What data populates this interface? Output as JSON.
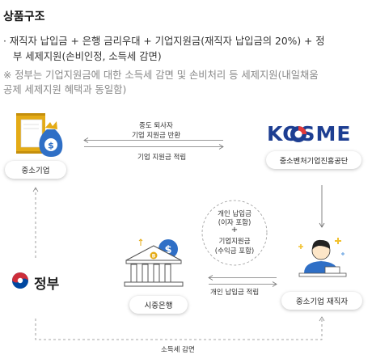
{
  "title": "상품구조",
  "desc_line1": "· 재직자 납입금 + 은행 금리우대 + 기업지원금(재직자 납입금의 20%) + 정",
  "desc_line2": "부 세제지원(손비인정, 소득세 감면)",
  "note_line1": "※ 정부는 기업지원금에 대한 소득세 감면 및 손비처리 등 세제지원(내일채움",
  "note_line2": "공제 세제지원 혜택과 동일함)",
  "nodes": {
    "sme": "중소기업",
    "kosme_logo": "KOSME",
    "kosme": "중소벤처기업진흥공단",
    "gov": "정부",
    "bank": "시중은행",
    "worker": "중소기업 재직자"
  },
  "flows": {
    "resign_l1": "중도 퇴사자",
    "resign_l2": "기업 지원금 반환",
    "accumulate": "기업 지원금 적립",
    "circle_l1": "개인 납입금",
    "circle_l2": "(이자 포함)",
    "circle_plus": "+",
    "circle_l3": "기업지원금",
    "circle_l4": "(수익금 포함)",
    "personal": "개인 납입금 적립",
    "tax": "소득세 감면"
  },
  "colors": {
    "accent_yellow": "#f2c12e",
    "kosme_blue": "#1d3e92",
    "kosme_red": "#e23a3a",
    "gov_red": "#cd2e3a",
    "gov_blue": "#0047a0"
  }
}
